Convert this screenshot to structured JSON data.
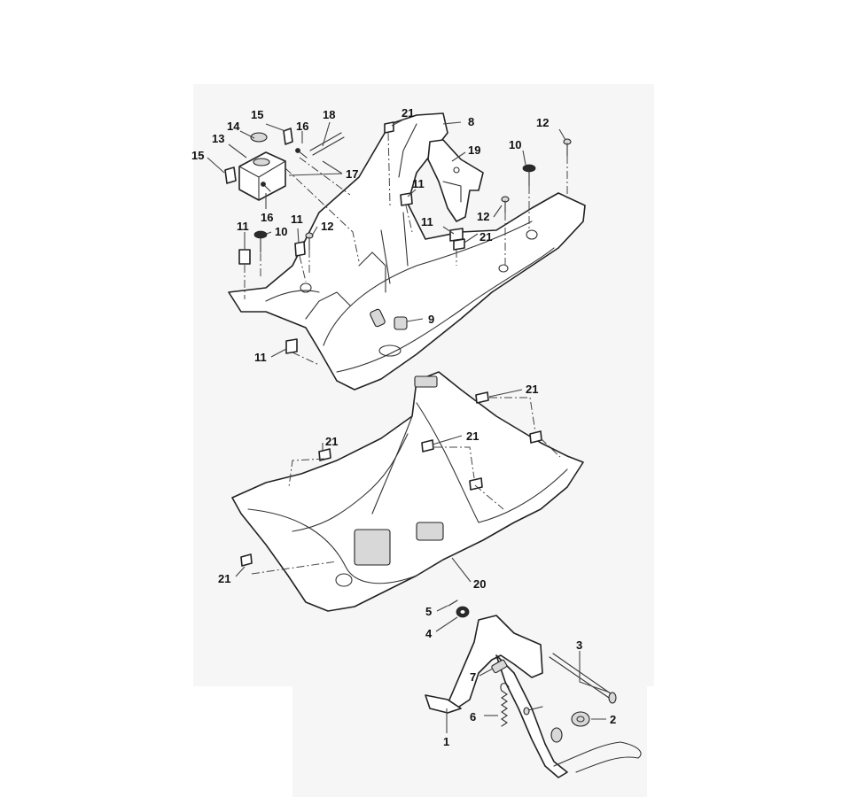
{
  "callouts": {
    "c1": "1",
    "c2": "2",
    "c3": "3",
    "c4": "4",
    "c5": "5",
    "c6": "6",
    "c7": "7",
    "c8": "8",
    "c9": "9",
    "c10a": "10",
    "c10b": "10",
    "c11a": "11",
    "c11b": "11",
    "c11c": "11",
    "c11d": "11",
    "c11e": "11",
    "c12a": "12",
    "c12b": "12",
    "c12c": "12",
    "c13": "13",
    "c14": "14",
    "c15a": "15",
    "c15b": "15",
    "c16a": "16",
    "c16b": "16",
    "c17": "17",
    "c18": "18",
    "c19": "19",
    "c20": "20",
    "c21a": "21",
    "c21b": "21",
    "c21c": "21",
    "c21d": "21",
    "c21e": "21",
    "c21f": "21"
  }
}
